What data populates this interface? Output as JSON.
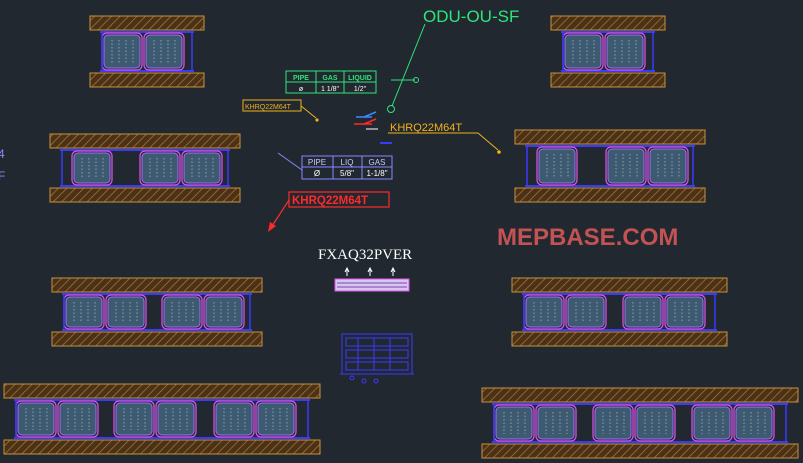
{
  "labels": {
    "odu_tag": "ODU-OU-SF",
    "khrq_tag_small": "KHRQ22M64T",
    "khrq_tag_yellow": "KHRQ22M64T",
    "khrq_tag_red": "KHRQ22M64T",
    "fxaq_tag": "FXAQ32PVER",
    "watermark": "MEPBASE.COM",
    "left_edge_a": "4",
    "left_edge_b": "F"
  },
  "table_green": {
    "headers": [
      "PIPE",
      "GAS",
      "LIQUID"
    ],
    "row": [
      "ø",
      "1 1/8\"",
      "1/2\""
    ]
  },
  "table_blue": {
    "headers": [
      "PIPE",
      "LIQ",
      "GAS"
    ],
    "row": [
      "Ø",
      "5/8\"",
      "1-1/8\""
    ]
  },
  "colors": {
    "background": "#212830",
    "green": "#2ee57a",
    "yellow": "#f2b21a",
    "red": "#ff2a2a",
    "blue": "#3a3aff",
    "magenta": "#e055e8",
    "hatch": "#9b6a2a",
    "unit_fill": "#3d5a70"
  }
}
